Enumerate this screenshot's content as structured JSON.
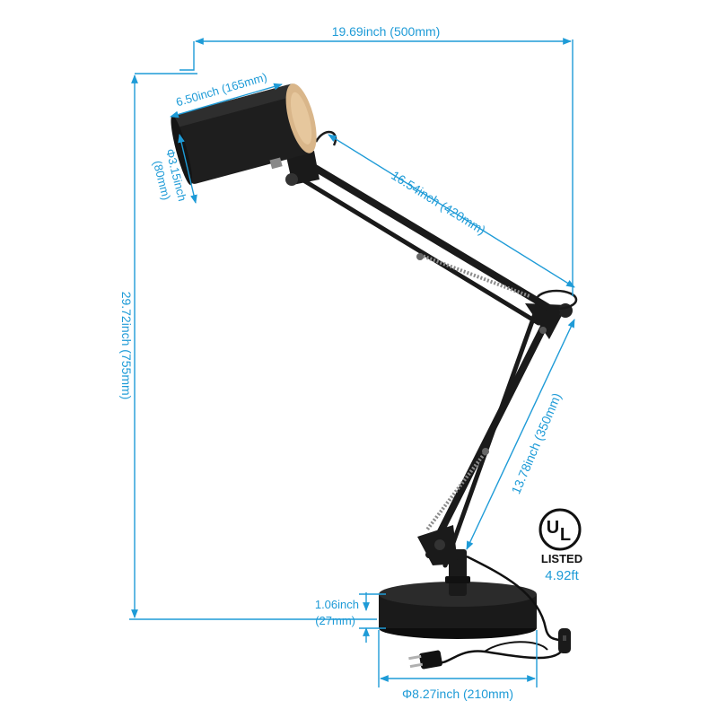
{
  "colors": {
    "dimension": "#1e9bd7",
    "lamp_body": "#1a1a1a",
    "wood": "#d9b68a",
    "spring": "#9a9a9a",
    "ul_text": "#111111"
  },
  "dimensions": {
    "total_width": "19.69inch (500mm)",
    "shade_length": "6.50inch (165mm)",
    "shade_diameter_inch": "Φ3.15inch",
    "shade_diameter_mm": "(80mm)",
    "upper_arm": "16.54inch (420mm)",
    "total_height": "29.72inch (755mm)",
    "lower_arm": "13.78inch (350mm)",
    "base_height_inch": "1.06inch",
    "base_height_mm": "(27mm)",
    "base_diameter": "Φ8.27inch (210mm)",
    "cord_length": "4.92ft"
  },
  "certification": {
    "listed_label": "LISTED",
    "mark_letter_u": "U",
    "mark_letter_l": "L"
  }
}
